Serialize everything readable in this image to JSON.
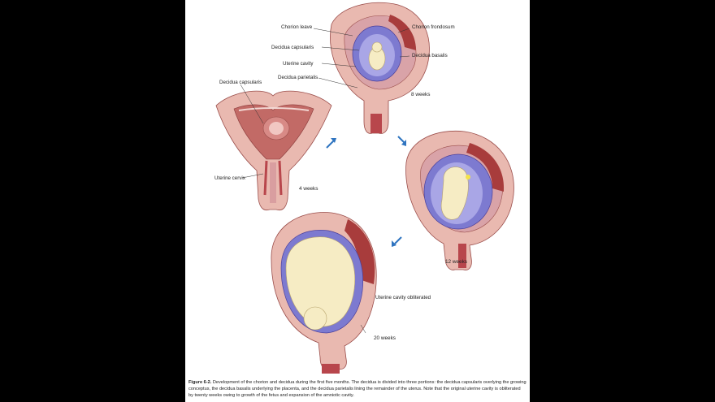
{
  "figure": {
    "labels": {
      "chorion_leave": "Chorion leave",
      "chorion_frondosum": "Chorion frondosum",
      "decidua_capsularis_top": "Decidua capsularis",
      "decidua_basalis": "Decidua basalis",
      "uterine_cavity": "Uterine cavity",
      "decidua_parietalis": "Decidua parietalis",
      "decidua_capsularis_left": "Decidua capsularis",
      "uterine_cervix": "Uterine cervix",
      "uterine_cavity_obliterated": "Uterine cavity obliterated"
    },
    "stages": {
      "w4": "4 weeks",
      "w8": "8 weeks",
      "w12": "12 weeks",
      "w20": "20 weeks"
    },
    "caption": {
      "label": "Figure 6-2.",
      "text": "Development of the chorion and decidua during the first five months. The decidua is divided into three portions: the decidua capsularis overlying the growing conceptus, the decidua basalis underlying the placenta, and the decidua parietalis lining the remainder of the uterus. Note that the original uterine cavity is obliterated by twenty weeks owing to growth of the fetus and expansion of the amniotic cavity."
    }
  },
  "colors": {
    "uterus_wall": "#e9b9b0",
    "uterus_dark": "#c26a66",
    "decidua": "#d9a3a8",
    "placenta": "#a83c3c",
    "amnion": "#7d7ad0",
    "fetus": "#f6ecc4",
    "cervix": "#b8464c",
    "arrow": "#2f74c0"
  }
}
